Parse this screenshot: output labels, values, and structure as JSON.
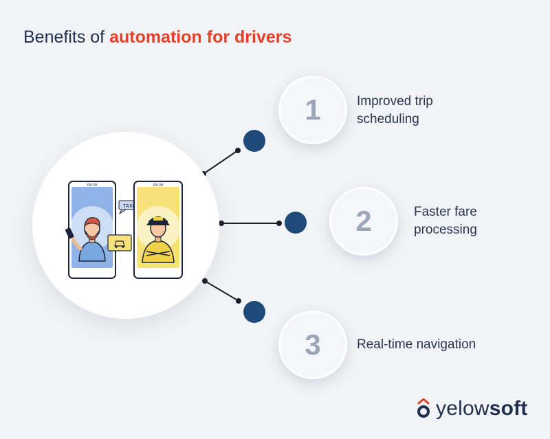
{
  "header": {
    "title_prefix": "Benefits of ",
    "title_accent": "automation for drivers"
  },
  "illustration": {
    "phone_time_left": "09:30",
    "phone_time_right": "09:30",
    "taxi_bubble": "TAXI"
  },
  "benefits": [
    {
      "number": "1",
      "label_line1": "Improved trip",
      "label_line2": "scheduling"
    },
    {
      "number": "2",
      "label_line1": "Faster fare",
      "label_line2": "processing"
    },
    {
      "number": "3",
      "label_line1": "Real-time navigation",
      "label_line2": ""
    }
  ],
  "brand": {
    "name_light": "yelow",
    "name_bold": "soft"
  },
  "colors": {
    "accent": "#e3402a",
    "navy": "#1f2f4d",
    "node": "#1d4a78",
    "phone_left_screen": "#8fb3e6",
    "phone_right_screen": "#f7e27a"
  }
}
